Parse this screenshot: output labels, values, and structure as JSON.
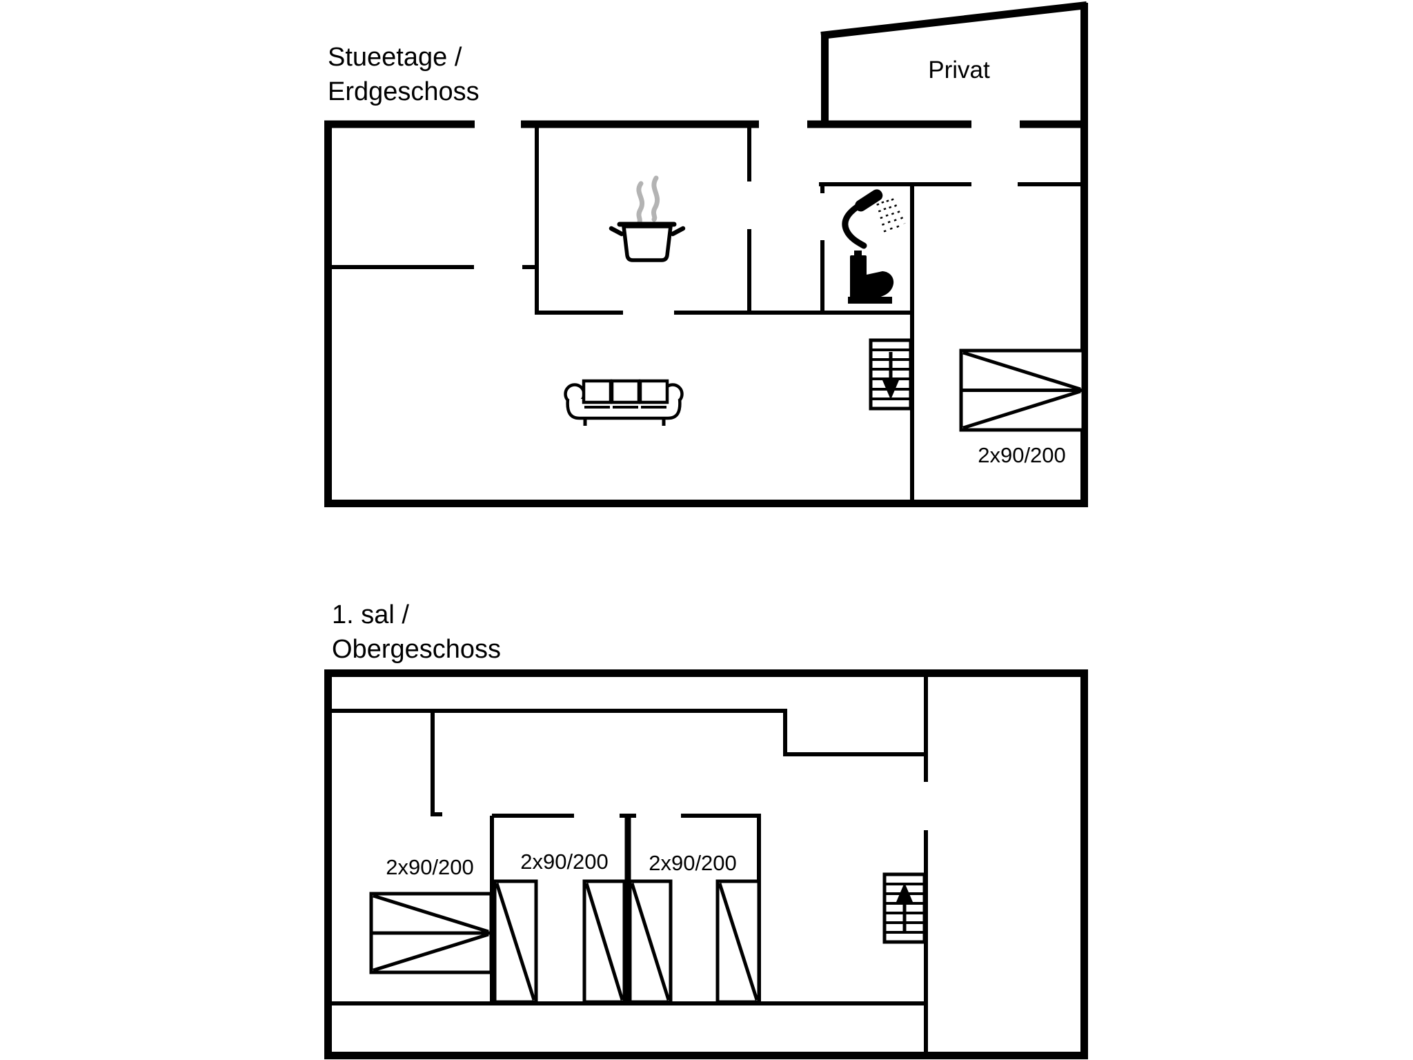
{
  "page": {
    "background": "#ffffff",
    "ink": "#000000",
    "steam_color": "#b3b3b3"
  },
  "ground_floor": {
    "title_line1": "Stueetage /",
    "title_line2": "Erdgeschoss",
    "private_label": "Privat",
    "bed_label": "2x90/200",
    "icons": [
      "steam-pot-icon",
      "shower-icon",
      "toilet-icon",
      "sofa-icon",
      "stairs-down-icon",
      "double-bed-icon"
    ]
  },
  "upper_floor": {
    "title_line1": "1. sal /",
    "title_line2": "Obergeschoss",
    "bed_labels": [
      "2x90/200",
      "2x90/200",
      "2x90/200"
    ],
    "icons": [
      "double-bed-icon",
      "single-bed-icon",
      "single-bed-icon",
      "single-bed-icon",
      "single-bed-icon",
      "stairs-up-icon"
    ]
  }
}
